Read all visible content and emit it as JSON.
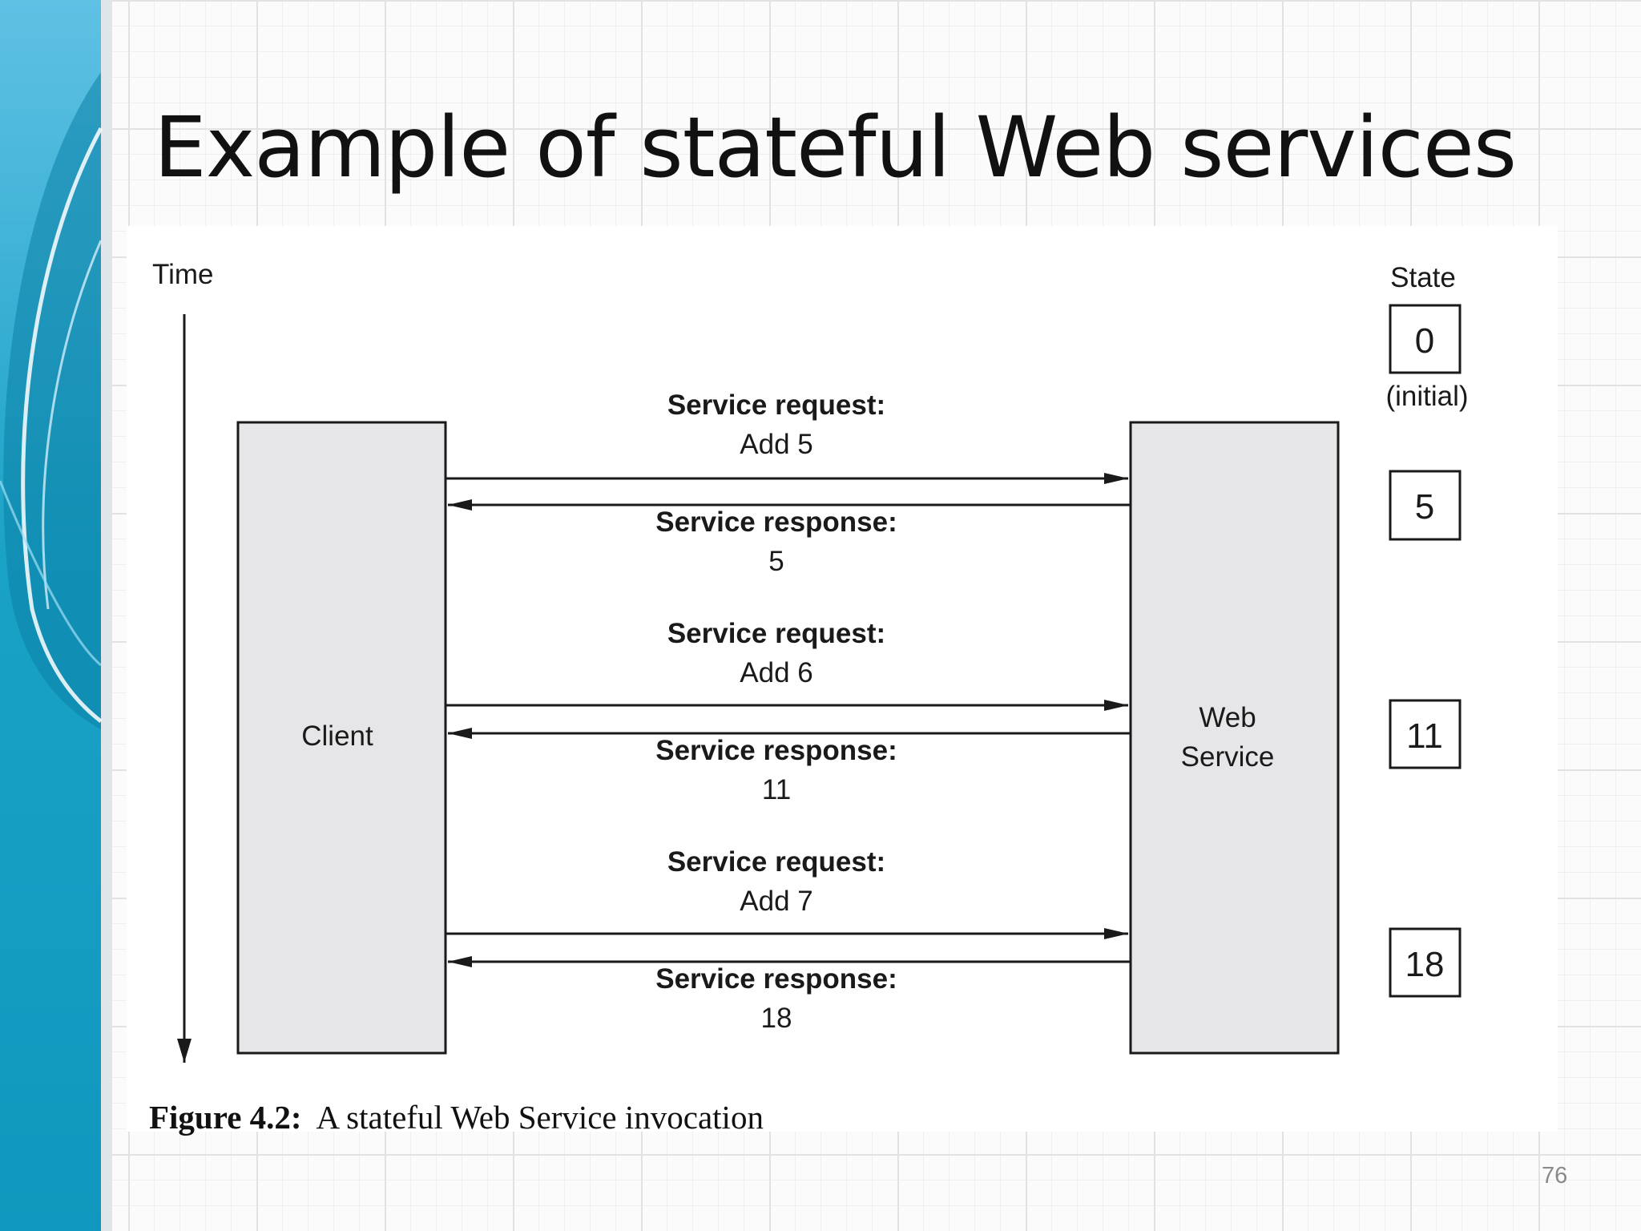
{
  "slide": {
    "title": "Example of stateful Web services",
    "slide_number": "76"
  },
  "colors": {
    "band_blue": "#1aa2c6",
    "band_light": "#5fc1e4",
    "box_fill": "#e6e6e8",
    "ink": "#1a1a1a"
  },
  "diagram": {
    "time_label": "Time",
    "state_label": "State",
    "client_label": "Client",
    "service_label": [
      "Web",
      "Service"
    ],
    "initial_state": {
      "value": "0",
      "note": "(initial)"
    },
    "exchanges": [
      {
        "request_title": "Service request:",
        "request_value": "Add 5",
        "response_title": "Service response:",
        "response_value": "5",
        "state": "5"
      },
      {
        "request_title": "Service request:",
        "request_value": "Add 6",
        "response_title": "Service response:",
        "response_value": "11",
        "state": "11"
      },
      {
        "request_title": "Service request:",
        "request_value": "Add 7",
        "response_title": "Service response:",
        "response_value": "18",
        "state": "18"
      }
    ]
  },
  "caption": {
    "label": "Figure 4.2:",
    "text": "A stateful Web Service invocation"
  }
}
